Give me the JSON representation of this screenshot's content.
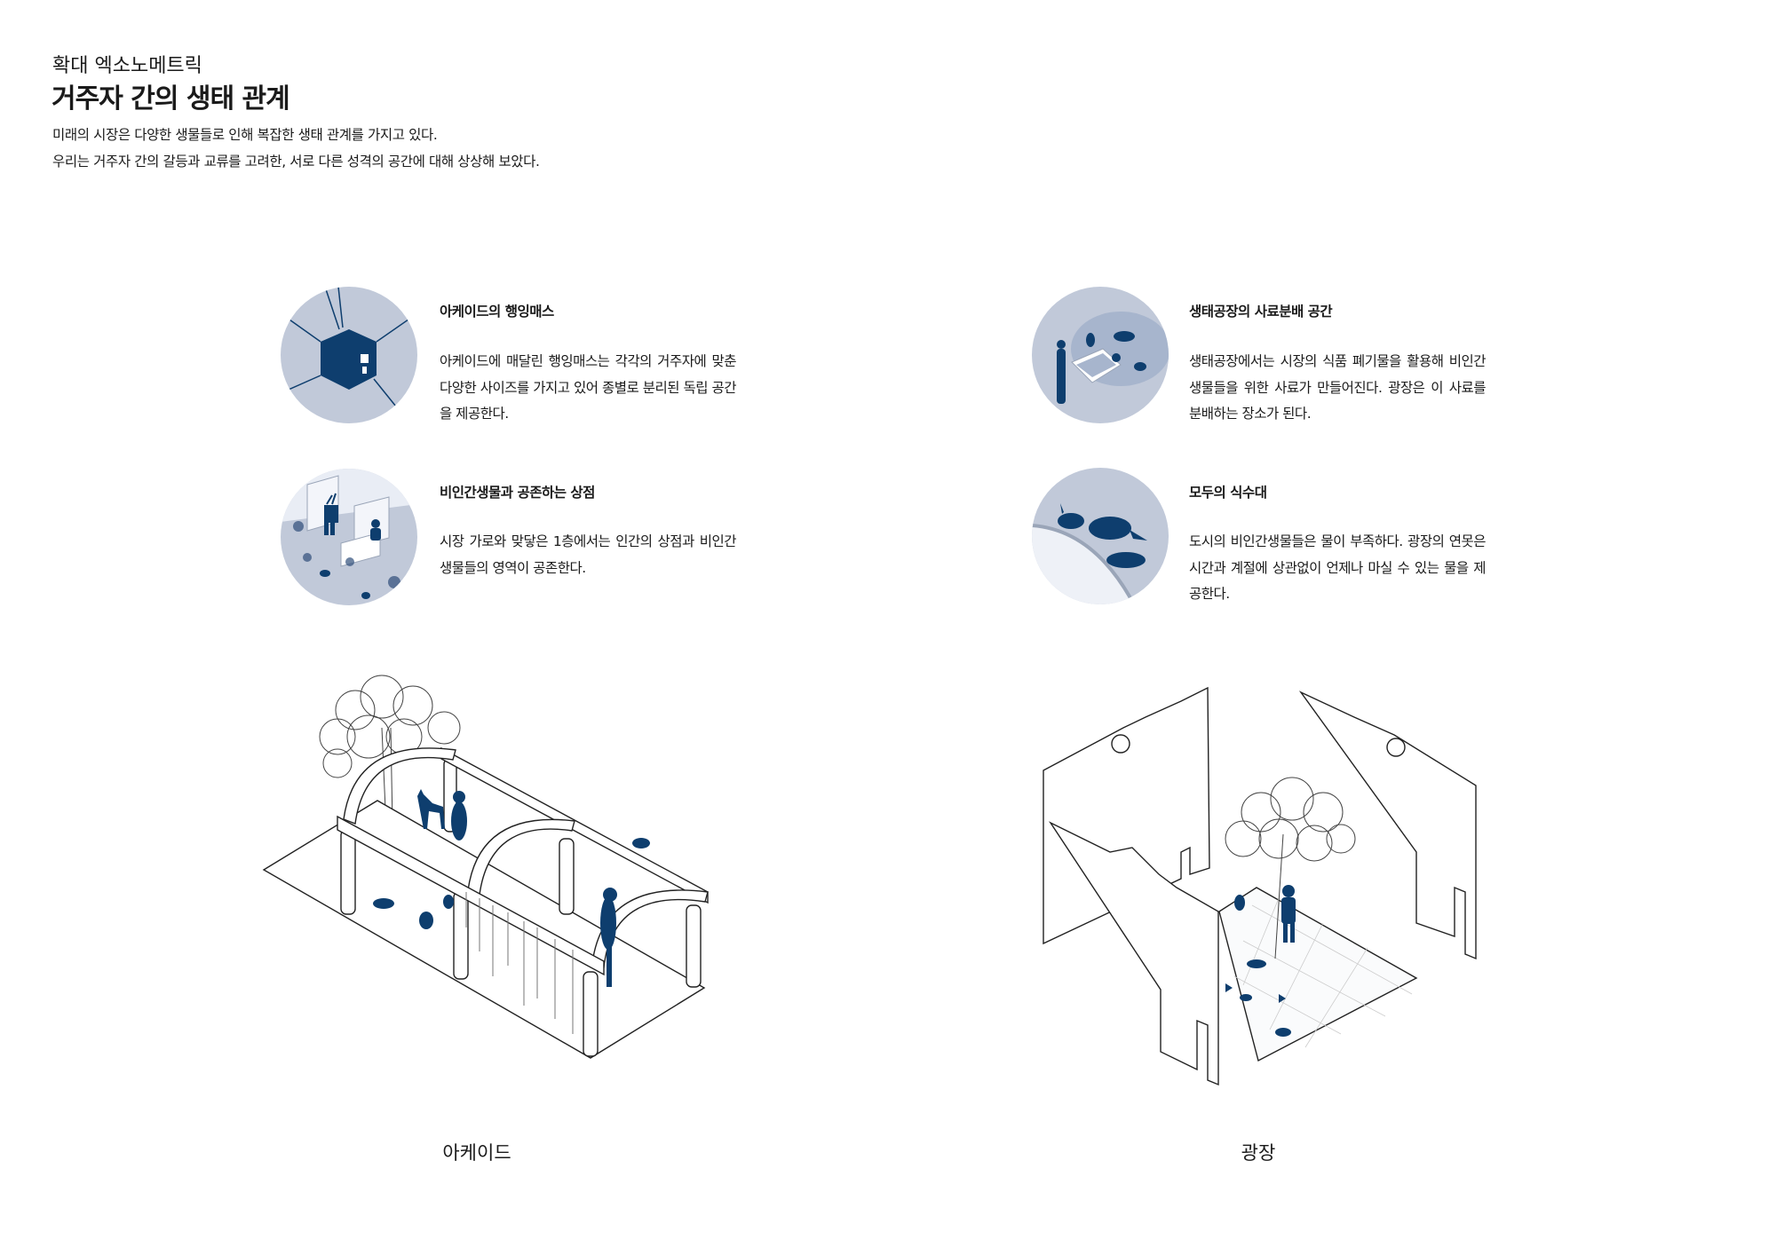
{
  "header": {
    "subtitle": "확대 엑소노메트릭",
    "title": "거주자 간의 생태 관계",
    "intro": [
      "미래의 시장은 다양한 생물들로 인해 복잡한 생태 관계를 가지고 있다.",
      "우리는 거주자 간의 갈등과 교류를 고려한, 서로 다른 성격의 공간에  대해 상상해 보았다."
    ]
  },
  "cards": [
    {
      "title": "아케이드의 행잉매스",
      "body": "아케이드에 매달린 행잉매스는 각각의 거주자에 맞춘 다양한 사이즈를 가지고 있어 종별로 분리된 독립 공간을 제공한다."
    },
    {
      "title": "비인간생물과 공존하는 상점",
      "body": "시장 가로와 맞닿은 1층에서는 인간의 상점과 비인간생물들의 영역이 공존한다."
    },
    {
      "title": "생태공장의 사료분배 공간",
      "body": "생태공장에서는 시장의 식품 폐기물을 활용해 비인간생물들을 위한 사료가 만들어진다. 광장은 이 사료를 분배하는 장소가 된다."
    },
    {
      "title": "모두의 식수대",
      "body": "도시의 비인간생물들은 물이 부족하다. 광장의 연못은 시간과 계절에 상관없이 언제나 마실 수 있는 물을 제공한다."
    }
  ],
  "captions": {
    "arcade": "아케이드",
    "plaza": "광장"
  },
  "colors": {
    "navy": "#0e3e6e",
    "circle_bg": "#c1c9d9",
    "light": "#e9edf5"
  }
}
